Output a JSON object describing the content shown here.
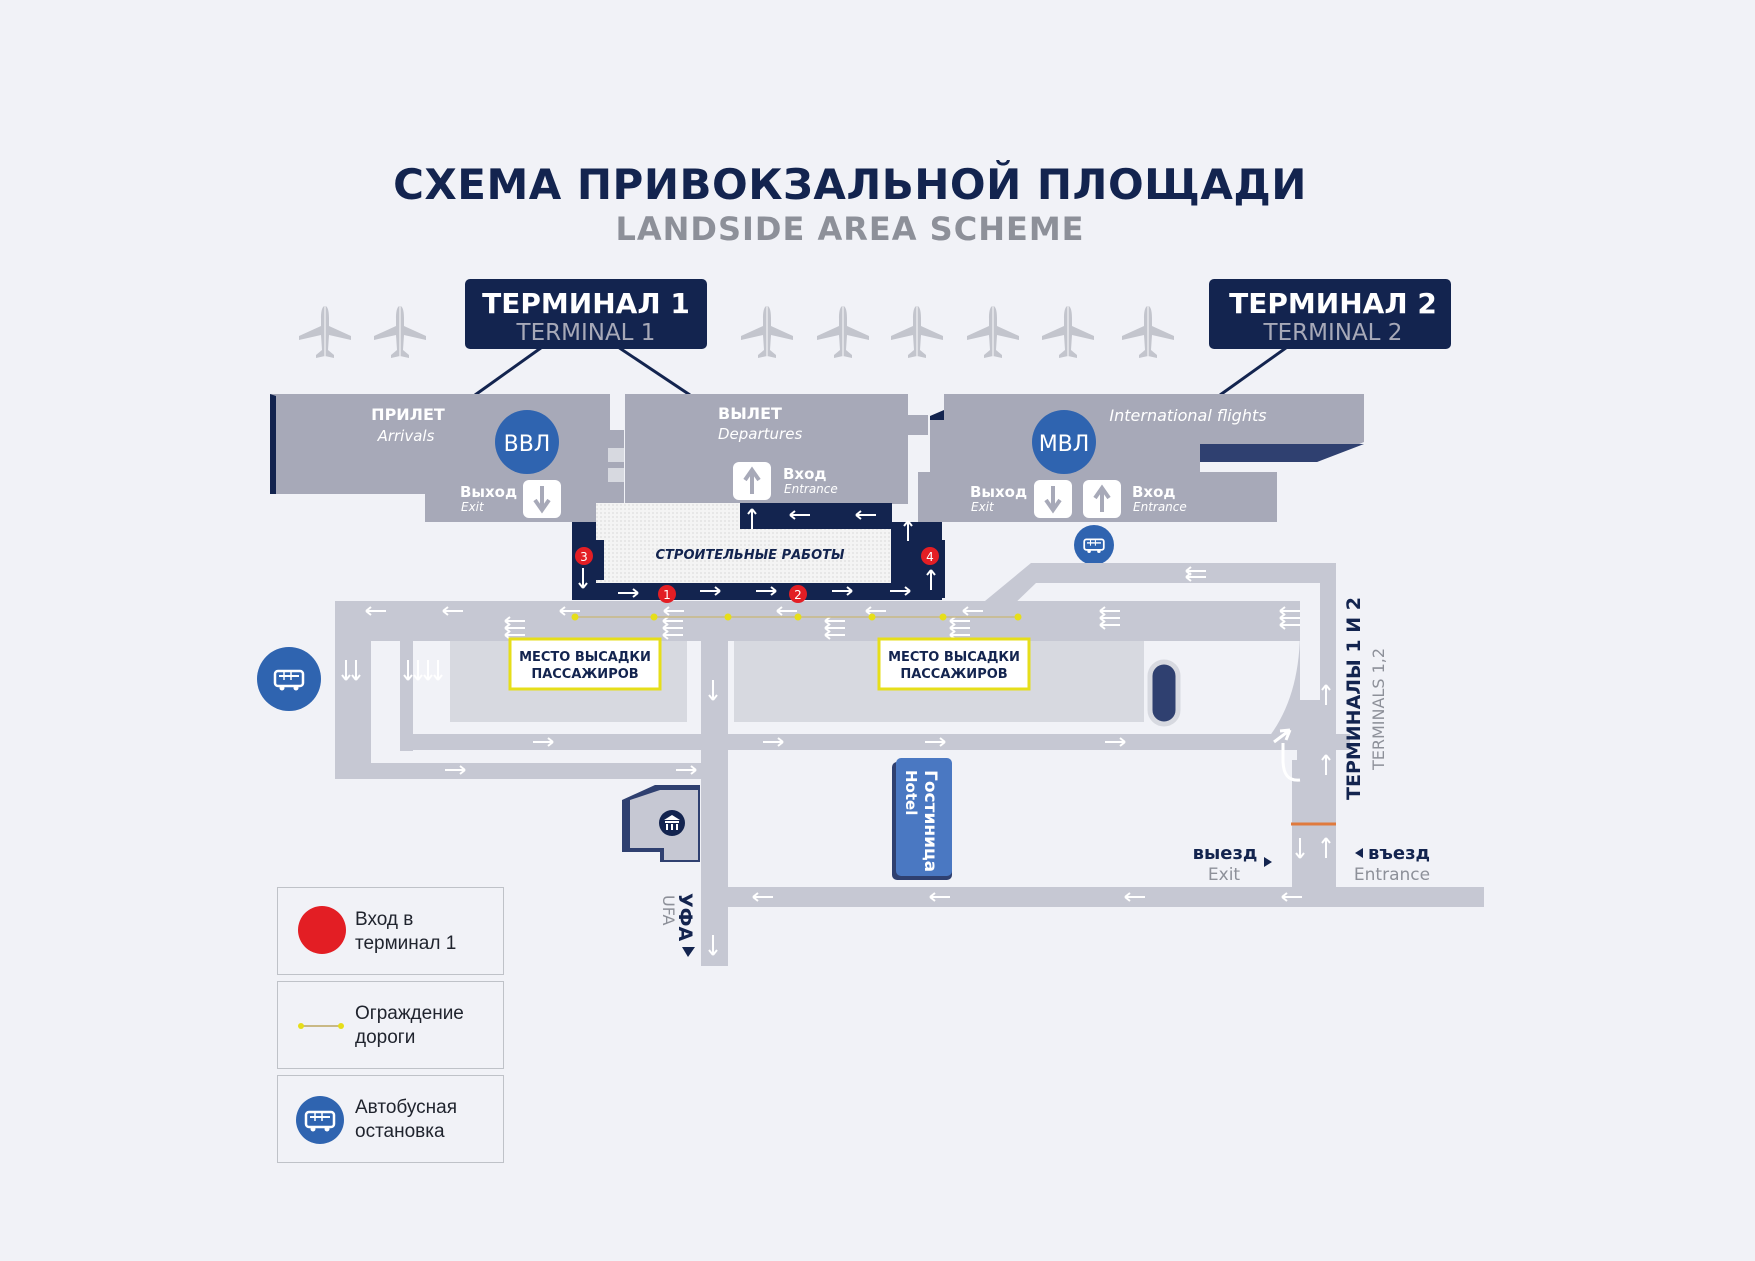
{
  "title": {
    "ru": "СХЕМА ПРИВОКЗАЛЬНОЙ ПЛОЩАДИ",
    "en": "LANDSIDE AREA SCHEME"
  },
  "terminal1": {
    "ru": "ТЕРМИНАЛ 1",
    "en": "TERMINAL 1"
  },
  "terminal2": {
    "ru": "ТЕРМИНАЛ 2",
    "en": "TERMINAL 2"
  },
  "arrivals": {
    "ru": "ПРИЛЕТ",
    "en": "Arrivals"
  },
  "departures": {
    "ru": "ВЫЛЕТ",
    "en": "Departures"
  },
  "international": "International flights",
  "vvl": "ВВЛ",
  "mvl": "МВЛ",
  "exit": {
    "ru": "Выход",
    "en": "Exit"
  },
  "entrance": {
    "ru": "Вход",
    "en": "Entrance"
  },
  "construction": "СТРОИТЕЛЬНЫЕ РАБОТЫ",
  "dropoff": {
    "line1": "МЕСТО ВЫСАДКИ",
    "line2": "ПАССАЖИРОВ"
  },
  "entrance_numbers": [
    "1",
    "2",
    "3",
    "4"
  ],
  "hotel": {
    "ru": "Гостиница",
    "en": "Hotel"
  },
  "ufa": {
    "ru": "УФА",
    "en": "UFA"
  },
  "terminals12": {
    "ru": "ТЕРМИНАЛЫ 1 И 2",
    "en": "TERMINALS 1,2"
  },
  "road_exit": {
    "ru": "выезд",
    "en": "Exit"
  },
  "road_entrance": {
    "ru": "въезд",
    "en": "Entrance"
  },
  "legend": {
    "entrance": "Вход в терминал 1",
    "fence": "Ограждение дороги",
    "bus": "Автобусная остановка"
  },
  "colors": {
    "navy": "#13244f",
    "terminal_grey": "#a7a9b8",
    "road_grey": "#c6c8d3",
    "bus_blue": "#2f64b0",
    "entry_red": "#e31e24",
    "fence_yellow": "#e6de1a"
  },
  "icons": [
    "airplane-icon",
    "bus-icon",
    "museum-icon",
    "arrow-up-icon",
    "arrow-down-icon"
  ]
}
